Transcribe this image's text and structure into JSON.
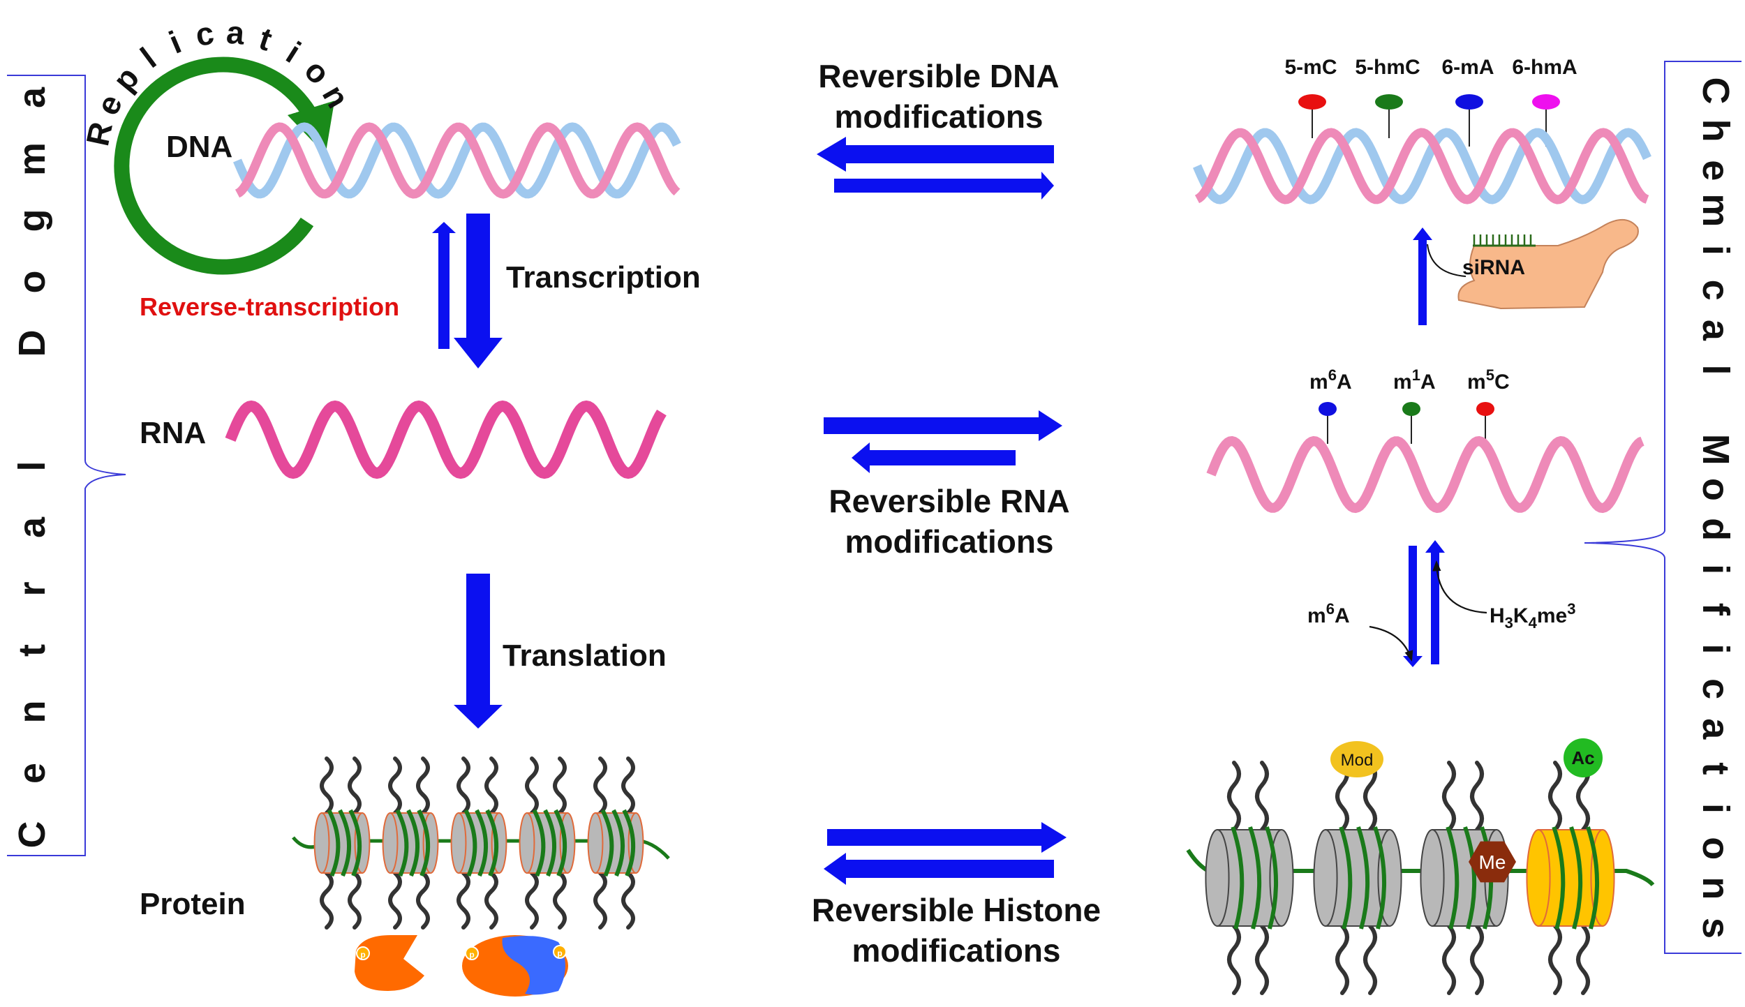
{
  "central_dogma": {
    "side_label": "Central Dogma",
    "replication": "Replication",
    "dna": "DNA",
    "transcription": "Transcription",
    "reverse_transcription": "Reverse-transcription",
    "rna": "RNA",
    "translation": "Translation",
    "protein": "Protein",
    "phospho_mark": "p"
  },
  "chemical_modifications": {
    "side_label": "Chemical Modifications",
    "dna_marks": [
      "5-mC",
      "5-hmC",
      "6-mA",
      "6-hmA"
    ],
    "sirna": "siRNA",
    "rna_marks": {
      "m6a": {
        "base": "m",
        "sup": "6",
        "tail": "A"
      },
      "m1a": {
        "base": "m",
        "sup": "1",
        "tail": "A"
      },
      "m5c": {
        "base": "m",
        "sup": "5",
        "tail": "C"
      }
    },
    "crosstalk_left": {
      "base": "m",
      "sup": "6",
      "tail": "A"
    },
    "crosstalk_right": {
      "h": "H",
      "h_sub": "3",
      "k": "K",
      "k_sub": "4",
      "me": "me",
      "me_sup": "3"
    },
    "histone_marks": {
      "mod": "Mod",
      "ac": "Ac",
      "me": "Me"
    }
  },
  "middle": {
    "dna_line1": "Reversible DNA",
    "dna_line2": "modifications",
    "rna_line1": "Reversible RNA",
    "rna_line2": "modifications",
    "histone_line1": "Reversible Histone",
    "histone_line2": "modifications"
  },
  "colors": {
    "arrow_blue": "#0b10f0",
    "replication_green": "#1a8a1a",
    "dna_blue_strand": "#9fc8ee",
    "dna_pink_strand": "#ee8ab8",
    "rna_strand": "#e5499a",
    "red_label": "#e01010",
    "bracket_blue": "#3a3ad8",
    "mark_red": "#e81010",
    "mark_green": "#1a7a1a",
    "mark_blue": "#1010e0",
    "mark_magenta": "#ee10ee",
    "histone_gray": "#b8b8b8",
    "histone_yellow": "#ffc400",
    "protein_orange": "#ff6a00",
    "protein_blue": "#3a6aff",
    "sirna_fill": "#f8b88a",
    "mod_fill": "#f2c21f",
    "ac_fill": "#22bb22",
    "me_fill": "#8a2c0c"
  }
}
